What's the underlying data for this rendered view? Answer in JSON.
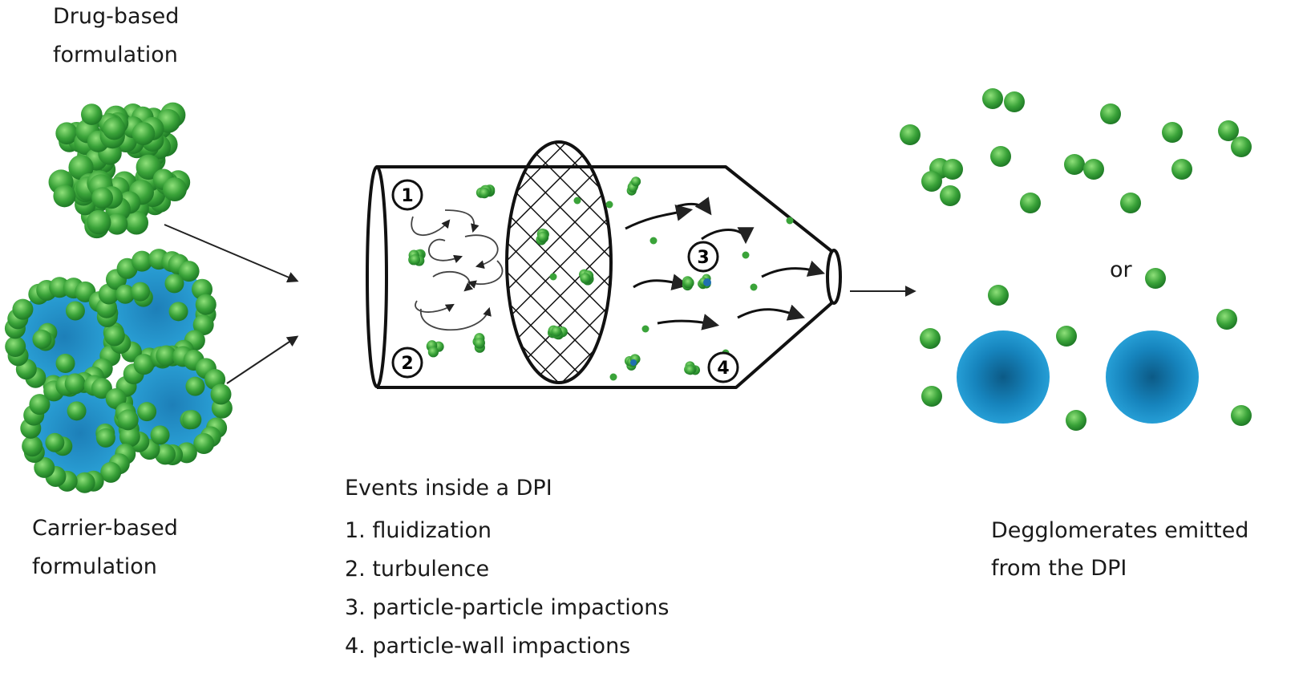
{
  "labels": {
    "drug_line1": "Drug-based",
    "drug_line2": "formulation",
    "carrier_line1": "Carrier-based",
    "carrier_line2": "formulation",
    "events_heading": "Events inside a DPI",
    "or": "or",
    "output_line1": "Degglomerates emitted",
    "output_line2": "from the DPI"
  },
  "events": [
    {
      "number": "1",
      "label": "1. fluidization"
    },
    {
      "number": "2",
      "label": "2. turbulence"
    },
    {
      "number": "3",
      "label": "3. particle-particle impactions"
    },
    {
      "number": "4",
      "label": "4. particle-wall impactions"
    }
  ],
  "colors": {
    "drug_particle": "#3aa339",
    "drug_particle_light": "#7ed36a",
    "carrier": "#1f8fc4",
    "carrier_dark": "#0d5f8e",
    "outline": "#111111",
    "arrow": "#222222"
  }
}
